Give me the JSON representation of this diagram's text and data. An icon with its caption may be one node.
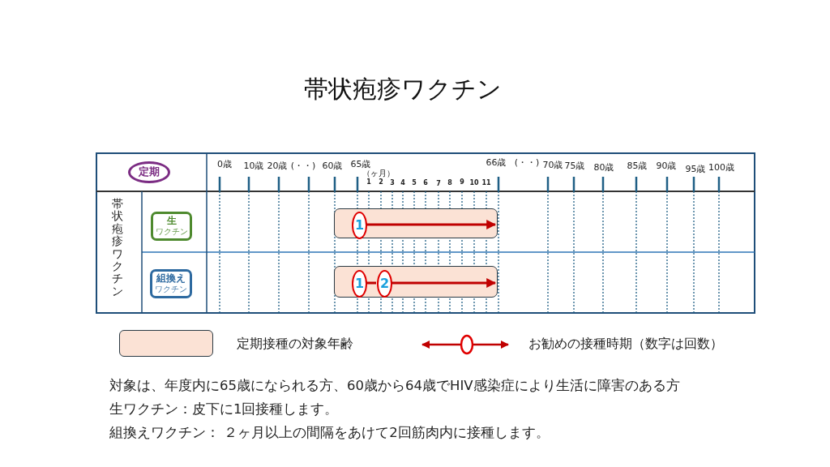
{
  "diagram": {
    "title": "帯状疱疹ワクチン",
    "nodes": [
      {
        "text": [
          "定期"
        ]
      },
      {
        "text": [
          "生",
          "ワクチン"
        ]
      },
      {
        "text": [
          "組換え",
          "ワクチン"
        ]
      },
      {
        "text": [],
        "shape": "bar"
      },
      {
        "text": [
          "1"
        ],
        "in": 3
      },
      {
        "text": [],
        "shape": "bar"
      },
      {
        "text": [
          "1"
        ],
        "in": 5
      },
      {
        "text": [
          "2"
        ],
        "in": 5
      }
    ],
    "edges": [
      {
        "from": 4,
        "to": null,
        "arrow": "to",
        "color": "#c00000"
      },
      {
        "from": 6,
        "to": 7,
        "arrow": "none",
        "color": "#c00000"
      },
      {
        "from": 7,
        "to": null,
        "arrow": "to",
        "color": "#c00000"
      }
    ],
    "labels": [
      "0歳",
      "10歳",
      "20歳",
      "(・・)",
      "60歳",
      "65歳",
      "（ヶ月）",
      "1",
      "2",
      "3",
      "4",
      "5",
      "6",
      "7",
      "8",
      "9",
      "10",
      "11",
      "66歳",
      "(・・)",
      "70歳",
      "75歳",
      "80歳",
      "85歳",
      "90歳",
      "95歳",
      "100歳",
      "帯状疱疹ワクチン",
      "対象は、年度内に65歳になられる方、60歳から64歳でHIV感染症により生活に障害のある方",
      "生ワクチン：皮下に1回接種します。",
      "組換えワクチン： ２ヶ月以上の間隔をあけて2回筋肉内に接種します。"
    ],
    "legend": [
      {
        "text": "定期接種の対象年齢",
        "color": "#fbe2d5"
      },
      {
        "text": "お勧めの接種時期（数字は回数）"
      }
    ]
  }
}
